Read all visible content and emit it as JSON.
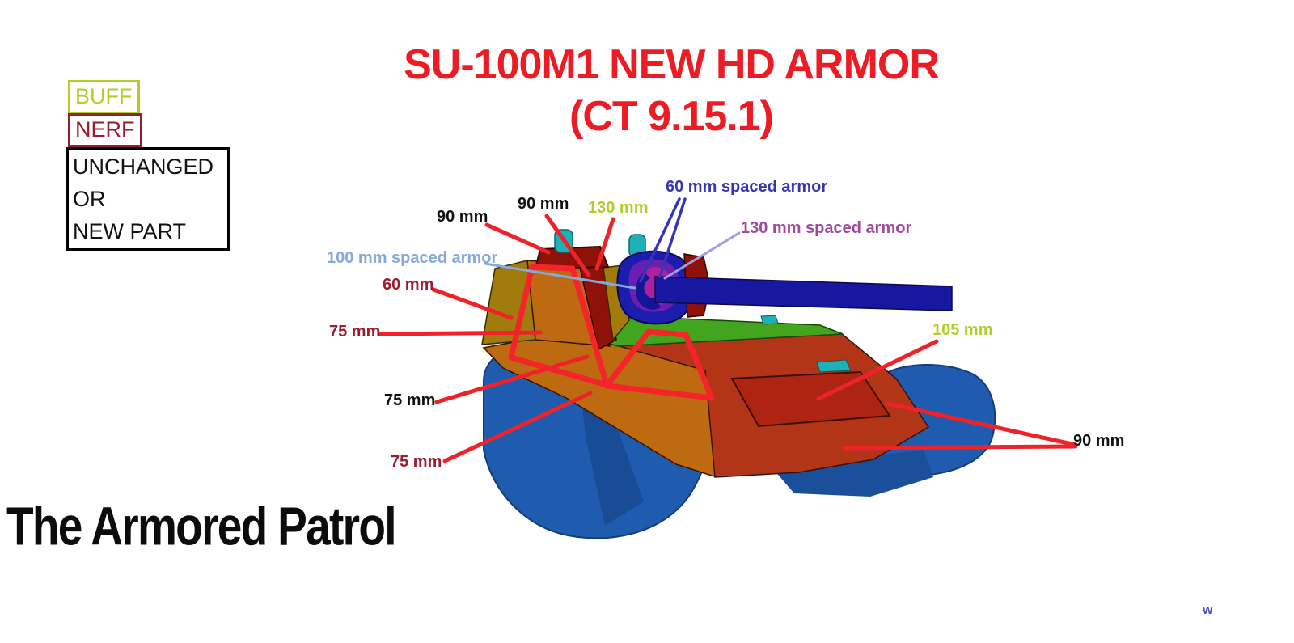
{
  "title": {
    "line1": "SU-100M1 NEW HD ARMOR",
    "line2": "(CT 9.15.1)"
  },
  "legend": {
    "buff_label": "BUFF",
    "nerf_label": "NERF",
    "unchanged_lines": [
      "UNCHANGED",
      "OR",
      "NEW PART"
    ]
  },
  "annotations": {
    "roof_90_left": {
      "label": "90 mm",
      "category": "unchanged"
    },
    "roof_90_center": {
      "label": "90 mm",
      "category": "unchanged"
    },
    "front_130": {
      "label": "130 mm",
      "category": "buff"
    },
    "spaced_60": {
      "label": "60 mm spaced armor",
      "category": "spaced"
    },
    "spaced_130": {
      "label": "130 mm spaced armor",
      "category": "spaced"
    },
    "spaced_100": {
      "label": "100 mm spaced armor",
      "category": "spaced"
    },
    "side_60": {
      "label": "60 mm",
      "category": "nerf"
    },
    "side_75_upper": {
      "label": "75 mm",
      "category": "nerf"
    },
    "front_75_mid": {
      "label": "75 mm",
      "category": "unchanged"
    },
    "lower_75": {
      "label": "75 mm",
      "category": "nerf"
    },
    "rear_105": {
      "label": "105 mm",
      "category": "buff"
    },
    "rear_90": {
      "label": "90 mm",
      "category": "unchanged"
    }
  },
  "branding": {
    "site_name": "The Armored Patrol",
    "watermark_letter": "w"
  },
  "colors": {
    "title_red": "#ed1c24",
    "buff_green": "#aed026",
    "nerf_red": "#9b1b2f",
    "unchanged_black": "#111111",
    "spaced_blue": "#3535b5",
    "spaced_purple": "#a0489e",
    "spaced_lightblue": "#86a9db",
    "leader_red": "#ee2228",
    "highlight_red": "#f5242b",
    "track_blue": "#1f5cb0",
    "hull_orange": "#bd6a10",
    "hull_rust": "#b23517",
    "hatch_red": "#ad2511",
    "plate_olive": "#a17b0c",
    "plate_darkred": "#8e1207",
    "deck_green": "#43a51d",
    "mantlet_navy": "#1c1cae",
    "mantlet_purple": "#6a1fb0",
    "mantlet_magenta": "#b01fa0",
    "periscope_teal": "#1fb0b8",
    "barrel_navy": "#1717a2"
  }
}
